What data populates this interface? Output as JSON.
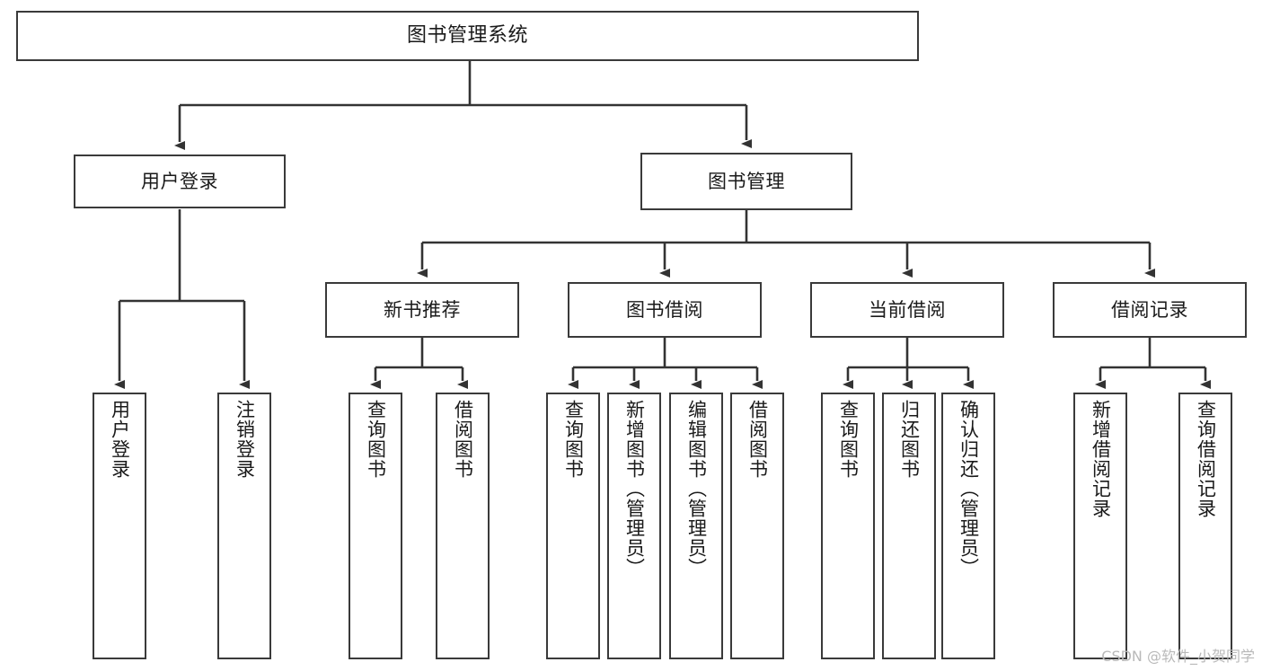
{
  "diagram": {
    "type": "tree",
    "title": "图书管理系统",
    "watermark": "CSDN @软件_小贺同学",
    "colors": {
      "box_border": "#3a3a3a",
      "box_fill": "#ffffff",
      "edge": "#333333",
      "text": "#1a1a1a",
      "watermark": "#b9b9b9"
    },
    "nodes": {
      "root": {
        "label": "图书管理系统"
      },
      "level1": [
        {
          "id": "user-login",
          "label": "用户登录"
        },
        {
          "id": "book-manage",
          "label": "图书管理"
        }
      ],
      "level2": [
        {
          "id": "new-book-rec",
          "label": "新书推荐"
        },
        {
          "id": "book-borrow",
          "label": "图书借阅"
        },
        {
          "id": "current-borrow",
          "label": "当前借阅"
        },
        {
          "id": "borrow-record",
          "label": "借阅记录"
        }
      ],
      "leaves": {
        "user-login": [
          {
            "id": "leaf-user-login",
            "label": "用户登录"
          },
          {
            "id": "leaf-user-logout",
            "label": "注销登录"
          }
        ],
        "new-book-rec": [
          {
            "id": "leaf-query-book-1",
            "label": "查询图书"
          },
          {
            "id": "leaf-borrow-book-1",
            "label": "借阅图书"
          }
        ],
        "book-borrow": [
          {
            "id": "leaf-query-book-2",
            "label": "查询图书"
          },
          {
            "id": "leaf-add-book",
            "label": "新增图书（管理员）"
          },
          {
            "id": "leaf-edit-book",
            "label": "编辑图书（管理员）"
          },
          {
            "id": "leaf-borrow-book-2",
            "label": "借阅图书"
          }
        ],
        "current-borrow": [
          {
            "id": "leaf-query-book-3",
            "label": "查询图书"
          },
          {
            "id": "leaf-return-book",
            "label": "归还图书"
          },
          {
            "id": "leaf-confirm-return",
            "label": "确认归还（管理员）"
          }
        ],
        "borrow-record": [
          {
            "id": "leaf-add-record",
            "label": "新增借阅记录"
          },
          {
            "id": "leaf-query-record",
            "label": "查询借阅记录"
          }
        ]
      }
    }
  }
}
